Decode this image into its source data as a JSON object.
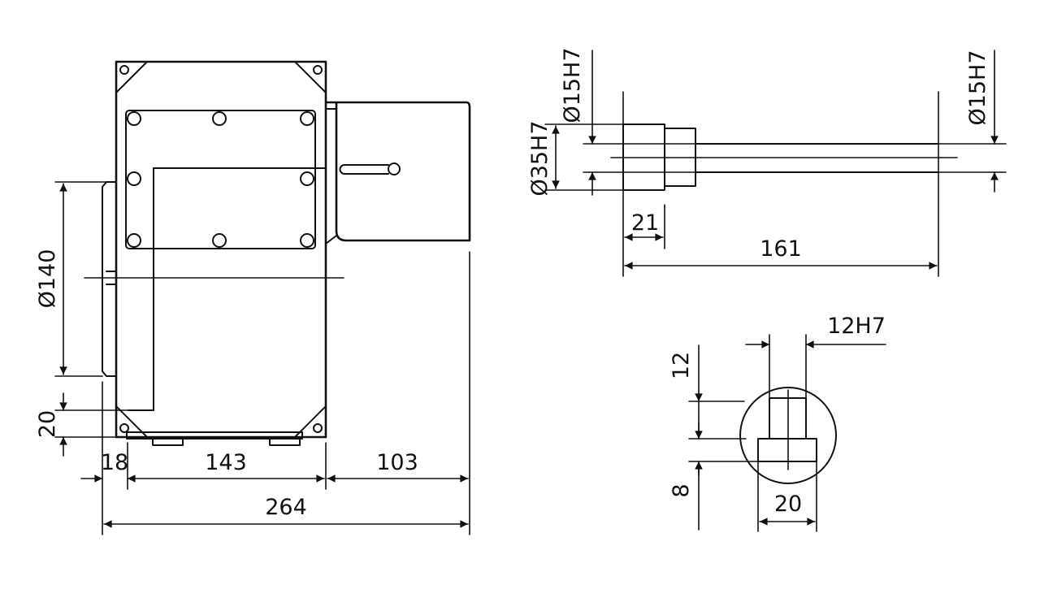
{
  "dimensions": {
    "motor": {
      "diameter_flange": "Ø140",
      "height_base": "20",
      "width_left": "18",
      "width_body": "143",
      "width_box": "103",
      "width_total": "264"
    },
    "shaft": {
      "bore_left": "Ø15H7",
      "outer_diameter": "Ø35H7",
      "bore_right": "Ø15H7",
      "hub_length": "21",
      "total_length": "161"
    },
    "keyway": {
      "slot_width": "12H7",
      "height_upper": "12",
      "height_lower": "8",
      "base_width": "20"
    }
  },
  "colors": {
    "line": "#111111",
    "background": "#ffffff"
  }
}
